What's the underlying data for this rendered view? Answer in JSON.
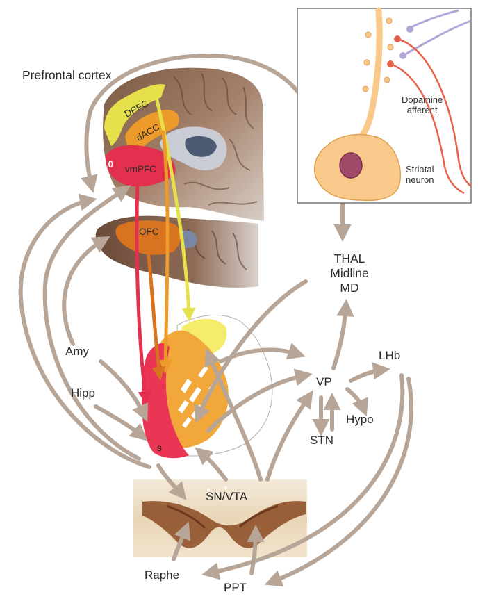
{
  "labels": {
    "prefrontal_cortex": "Prefrontal cortex",
    "dpfc": "DPFC",
    "dacc": "dACC",
    "vmpfc": "vmPFC",
    "area10": "10",
    "ofc": "OFC",
    "amy": "Amy",
    "hipp": "Hipp",
    "s": "s",
    "sn_vta": "SN/VTA",
    "raphe": "Raphe",
    "ppt": "PPT",
    "vp": "VP",
    "lhb": "LHb",
    "hypo": "Hypo",
    "stn": "STN",
    "thal_lines": [
      "THAL",
      "Midline",
      "MD"
    ]
  },
  "inset": {
    "dopamine_afferent": [
      "Dopamine",
      "afferent"
    ],
    "striatal_neuron": [
      "Striatal",
      "neuron"
    ]
  },
  "colors": {
    "arrow_gray": "#b7a698",
    "dpfc_yellow": "#e6e04a",
    "dacc_orange": "#ec9a2a",
    "vmpfc_red": "#e2304e",
    "ofc_orange": "#d8741f",
    "striatum_light": "#f4ec6a",
    "striatum_mid": "#f1a73a",
    "striatum_shell": "#ea3554",
    "brain_brown": "#8a6448",
    "neuron_fill": "#f8c98a",
    "neuron_stroke": "#e0a050",
    "dopamine_red": "#e8624a",
    "afferent_purple": "#b4a6d8",
    "nucleus": "#a24a6a"
  }
}
